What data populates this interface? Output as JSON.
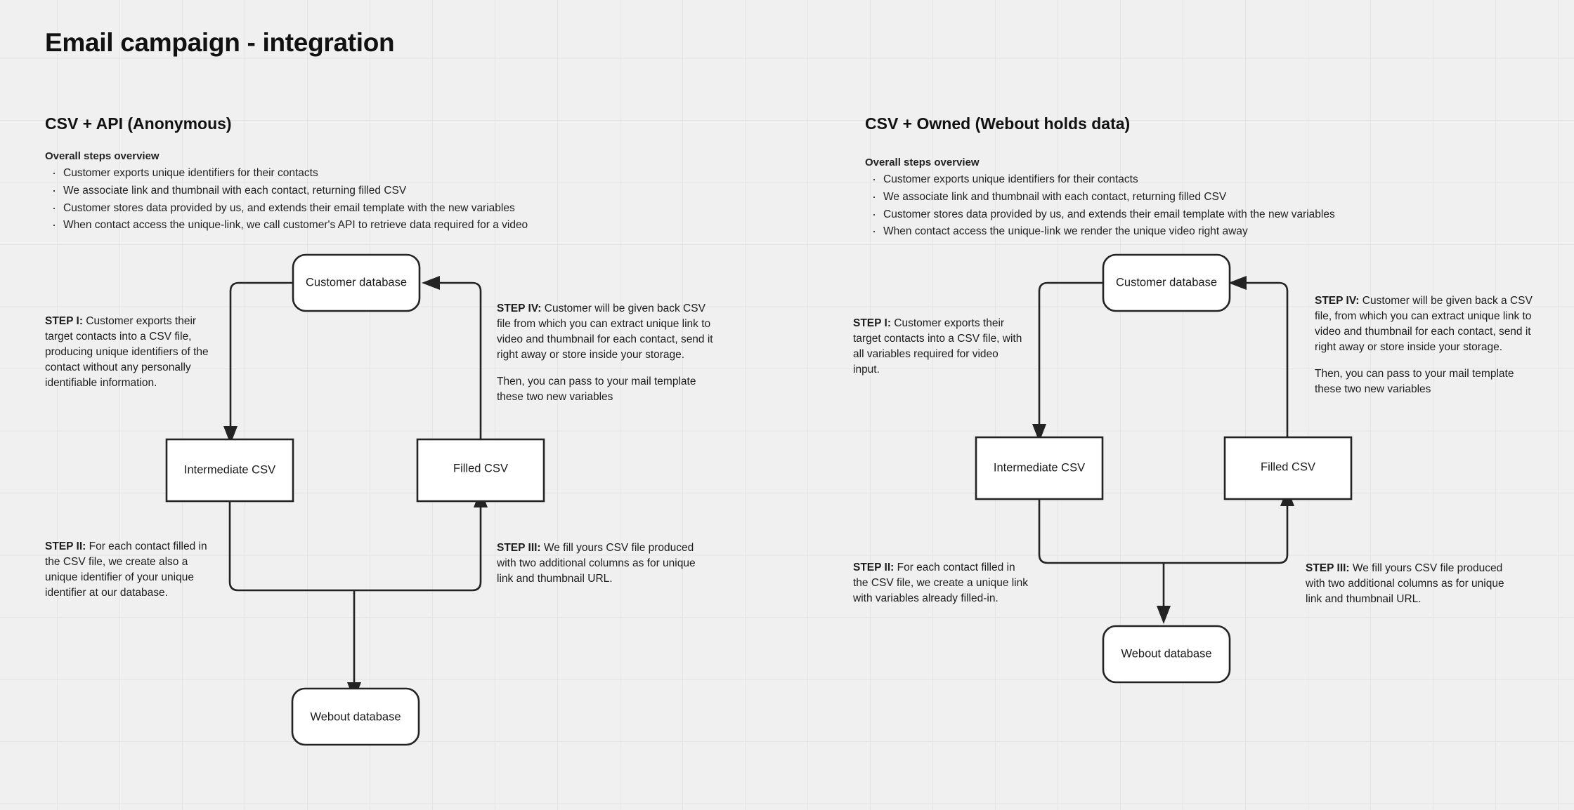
{
  "board": {
    "title": "Email campaign - integration",
    "background_color": "#f0f0f0",
    "grid_color": "#e4e4e4",
    "node_fill": "#ffffff",
    "node_stroke": "#232323"
  },
  "columns": [
    {
      "id": "left",
      "title": "CSV + API (Anonymous)",
      "overview": {
        "heading": "Overall steps overview",
        "bullets": [
          "Customer exports unique identifiers for their contacts",
          "We associate link and thumbnail with each contact, returning filled CSV",
          "Customer stores data provided by us, and extends their email template with the new variables",
          "When contact access the unique-link, we call customer's API to retrieve data required for a video"
        ]
      },
      "nodes": [
        {
          "id": "customer-db",
          "label": "Customer database",
          "shape": "rounded"
        },
        {
          "id": "intermediate-csv",
          "label": "Intermediate CSV",
          "shape": "rect"
        },
        {
          "id": "filled-csv",
          "label": "Filled CSV",
          "shape": "rect"
        },
        {
          "id": "webout-db",
          "label": "Webout database",
          "shape": "rounded"
        }
      ],
      "notes": [
        {
          "id": "step-1",
          "label": "STEP I:",
          "text": "Customer exports their target contacts into a CSV file, producing unique identifiers of the contact without any personally identifiable information."
        },
        {
          "id": "step-2",
          "label": "STEP II:",
          "text": "For each contact filled in the CSV file, we create also a unique identifier of your unique identifier at our database."
        },
        {
          "id": "step-3",
          "label": "STEP III:",
          "text": "We fill yours CSV file produced with two additional columns as for unique link and thumbnail URL."
        },
        {
          "id": "step-4",
          "label": "STEP IV:",
          "text": "Customer will be given back CSV file from which you can extract unique link to video and thumbnail for each contact, send it right away or store inside your storage.",
          "text2": "Then, you can pass to your mail template these two new variables"
        }
      ]
    },
    {
      "id": "right",
      "title": "CSV + Owned (Webout holds data)",
      "overview": {
        "heading": "Overall steps overview",
        "bullets": [
          "Customer exports unique identifiers for their contacts",
          "We associate link and thumbnail with each contact, returning filled CSV",
          "Customer stores data provided by us, and extends their email template with the new variables",
          "When contact access the unique-link we render the unique video right away"
        ]
      },
      "nodes": [
        {
          "id": "customer-db",
          "label": "Customer database",
          "shape": "rounded"
        },
        {
          "id": "intermediate-csv",
          "label": "Intermediate CSV",
          "shape": "rect"
        },
        {
          "id": "filled-csv",
          "label": "Filled CSV",
          "shape": "rect"
        },
        {
          "id": "webout-db",
          "label": "Webout database",
          "shape": "rounded"
        }
      ],
      "notes": [
        {
          "id": "step-1",
          "label": "STEP I:",
          "text": "Customer exports their target contacts into a CSV file, with all variables required for video input."
        },
        {
          "id": "step-2",
          "label": "STEP II:",
          "text": "For each contact filled in the CSV file, we create a unique link with variables already filled-in."
        },
        {
          "id": "step-3",
          "label": "STEP III:",
          "text": "We fill yours CSV file produced with two additional columns as for unique link and thumbnail URL."
        },
        {
          "id": "step-4",
          "label": "STEP IV:",
          "text": "Customer will be given back a CSV file, from which you can extract unique link to video and thumbnail for each contact, send it right away or store inside your storage.",
          "text2": "Then, you can pass to your mail template these two new variables"
        }
      ]
    }
  ]
}
